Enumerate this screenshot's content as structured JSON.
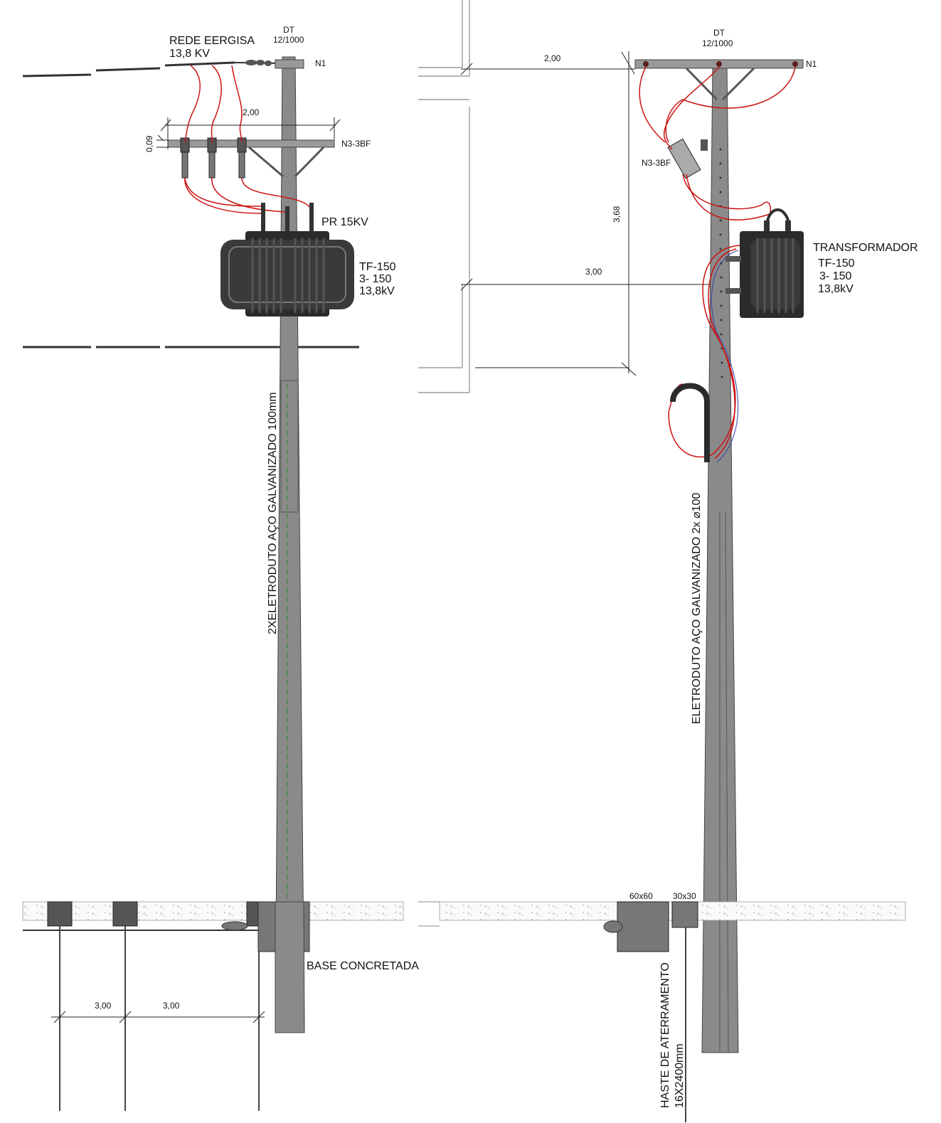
{
  "left": {
    "network_label": "REDE EERGISA",
    "network_voltage": "13,8 KV",
    "pole_type": "DT",
    "pole_spec": "12/1000",
    "n1": "N1",
    "n3": "N3-3BF",
    "dim_crossarm": "2,00",
    "dim_small": "0,09",
    "surge_arrester": "PR 15KV",
    "transformer_model": "TF-150",
    "transformer_phase": "3- 150",
    "transformer_voltage": "13,8kV",
    "conduit": "2XELETRODUTO AÇO GALVANIZADO 100mm",
    "base": "BASE CONCRETADA",
    "dim_a": "3,00",
    "dim_b": "3,00"
  },
  "right": {
    "pole_type": "DT",
    "pole_spec": "12/1000",
    "n1": "N1",
    "n3": "N3-3BF",
    "dim_top": "2,00",
    "dim_height": "3,68",
    "dim_mid": "3,00",
    "transformer_title": "TRANSFORMADOR",
    "transformer_model": "TF-150",
    "transformer_phase": "3- 150",
    "transformer_voltage": "13,8kV",
    "conduit": "ELETRODUTO AÇO GALVANIZADO 2x ⌀100",
    "box1": "60x60",
    "box2": "30x30",
    "ground_rod": "HASTE DE ATERRAMENTO",
    "ground_rod_size": "16X2400mm"
  },
  "colors": {
    "wire": "#cc1111",
    "pole": "#8a8a8a",
    "pole_dark": "#5e5e5e",
    "transformer": "#2b2b2b",
    "conduit_dash": "#2e8b2e"
  }
}
